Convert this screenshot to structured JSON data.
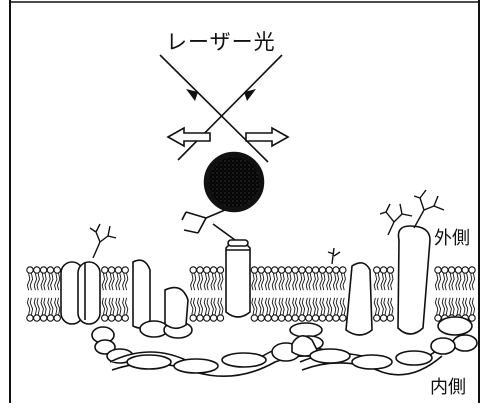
{
  "labels": {
    "laser": "レーザー光",
    "outside": "外側",
    "inside": "内側"
  },
  "style": {
    "ink": "#111111",
    "fill": "#ffffff",
    "bead": "#000000"
  }
}
